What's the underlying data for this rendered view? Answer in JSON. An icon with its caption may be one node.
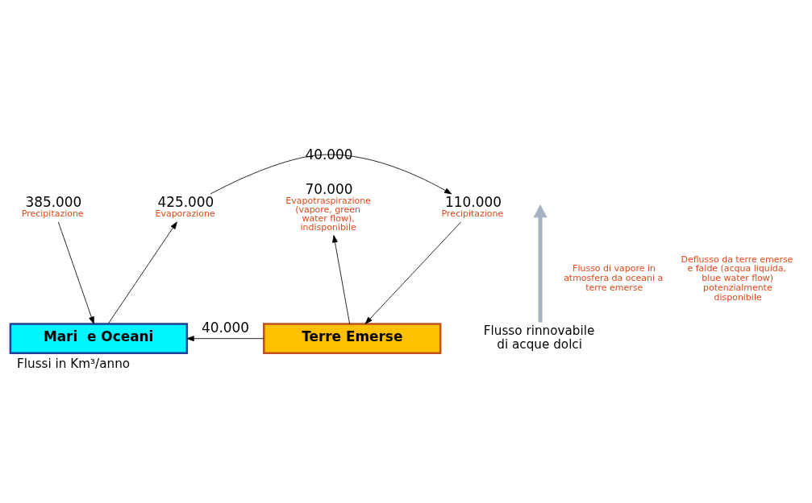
{
  "diagram": {
    "caption": "Flussi in Km³/anno",
    "nodes": [
      {
        "text": [
          "385.000",
          "Precipitazione"
        ]
      },
      {
        "text": [
          "425.000",
          "Evaporazione"
        ]
      },
      {
        "text": [
          "70.000",
          "Evapotraspirazione (vapore, green water flow), indisponibile"
        ]
      },
      {
        "text": [
          "110.000",
          "Precipitazione"
        ]
      },
      {
        "text": [
          "Mari  e Oceani"
        ]
      },
      {
        "text": [
          "Terre Emerse"
        ]
      },
      {
        "text": [
          "Flusso rinnovabile di acque dolci"
        ]
      }
    ],
    "edges": [
      {
        "from": 1,
        "to": 3,
        "arrow": "to",
        "label": "40.000"
      },
      {
        "from": 0,
        "to": 4,
        "arrow": "to"
      },
      {
        "from": 4,
        "to": 1,
        "arrow": "to"
      },
      {
        "from": 5,
        "to": 2,
        "arrow": "to"
      },
      {
        "from": 3,
        "to": 5,
        "arrow": "to"
      },
      {
        "from": 5,
        "to": 4,
        "arrow": "to",
        "label": "40.000"
      },
      {
        "from": 6,
        "to": null,
        "arrow": "to",
        "style": "thick",
        "color": "#a7b3c0"
      }
    ],
    "labels": [
      "Flusso di vapore in atmosfera da oceani a terre emerse",
      "Deflusso da terre emerse e falde (acqua liquida, blue water flow) potenzialmente disponibile"
    ]
  }
}
